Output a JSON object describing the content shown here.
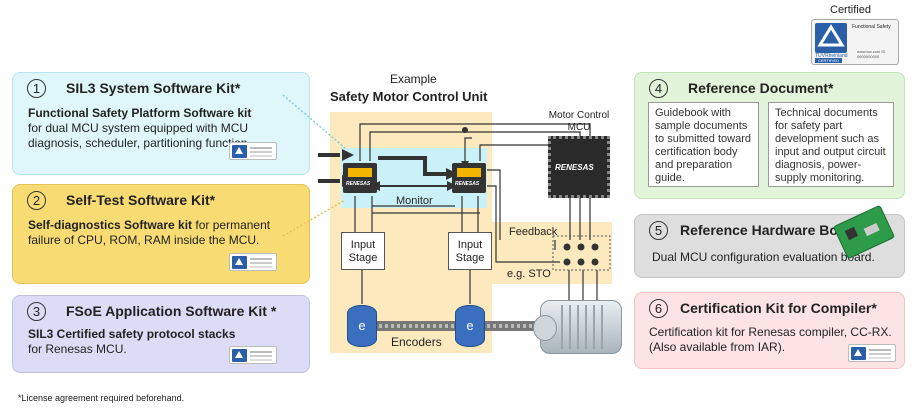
{
  "certified": {
    "label": "Certified",
    "badge_text": "Functional Safety",
    "badge_brand": "TÜVRheinland",
    "badge_mark": "CERTIFIED",
    "badge_url": "www.tuv.com ID 0600000000"
  },
  "kits": [
    {
      "num": "1",
      "title": "SIL3 System Software Kit*",
      "bold": "Functional Safety Platform Software kit",
      "text": "for dual MCU system equipped with MCU diagnosis, scheduler, partitioning function."
    },
    {
      "num": "2",
      "title": "Self-Test Software Kit*",
      "bold": "Self-diagnostics Software kit",
      "text": "for permanent failure of CPU, ROM, RAM inside the MCU."
    },
    {
      "num": "3",
      "title": "FSoE Application Software Kit *",
      "bold": "SIL3 Certified safety protocol stacks",
      "text": "for Renesas MCU."
    }
  ],
  "center": {
    "example": "Example",
    "title": "Safety Motor Control Unit",
    "monitor": "Monitor",
    "input_stage": "Input Stage",
    "encoders": "Encoders",
    "feedback": "Feedback",
    "sto": "e.g. STO",
    "motor_mcu": "Motor Control MCU",
    "renesas": "RENESAS",
    "encoder_letter": "e"
  },
  "right": {
    "ref_doc": {
      "num": "4",
      "title": "Reference Document*",
      "col1": "Guidebook with sample documents to submitted toward certification body and preparation guide.",
      "col2": "Technical documents for safety part development such as input and output circuit diagnosis, power-supply monitoring."
    },
    "ref_hw": {
      "num": "5",
      "title": "Reference Hardware Board",
      "text": "Dual MCU configuration evaluation board."
    },
    "cert_kit": {
      "num": "6",
      "title": "Certification Kit for Compiler*",
      "text": "Certification kit for Renesas compiler, CC-RX. (Also available from IAR)."
    }
  },
  "footnote": "*License agreement required beforehand.",
  "colors": {
    "cyan": "#dff6fa",
    "yellow": "#f8dc73",
    "lavender": "#dcdcf6",
    "green": "#e2f4da",
    "grey": "#dedede",
    "pink": "#fde4e4",
    "peach": "#fde9be"
  }
}
